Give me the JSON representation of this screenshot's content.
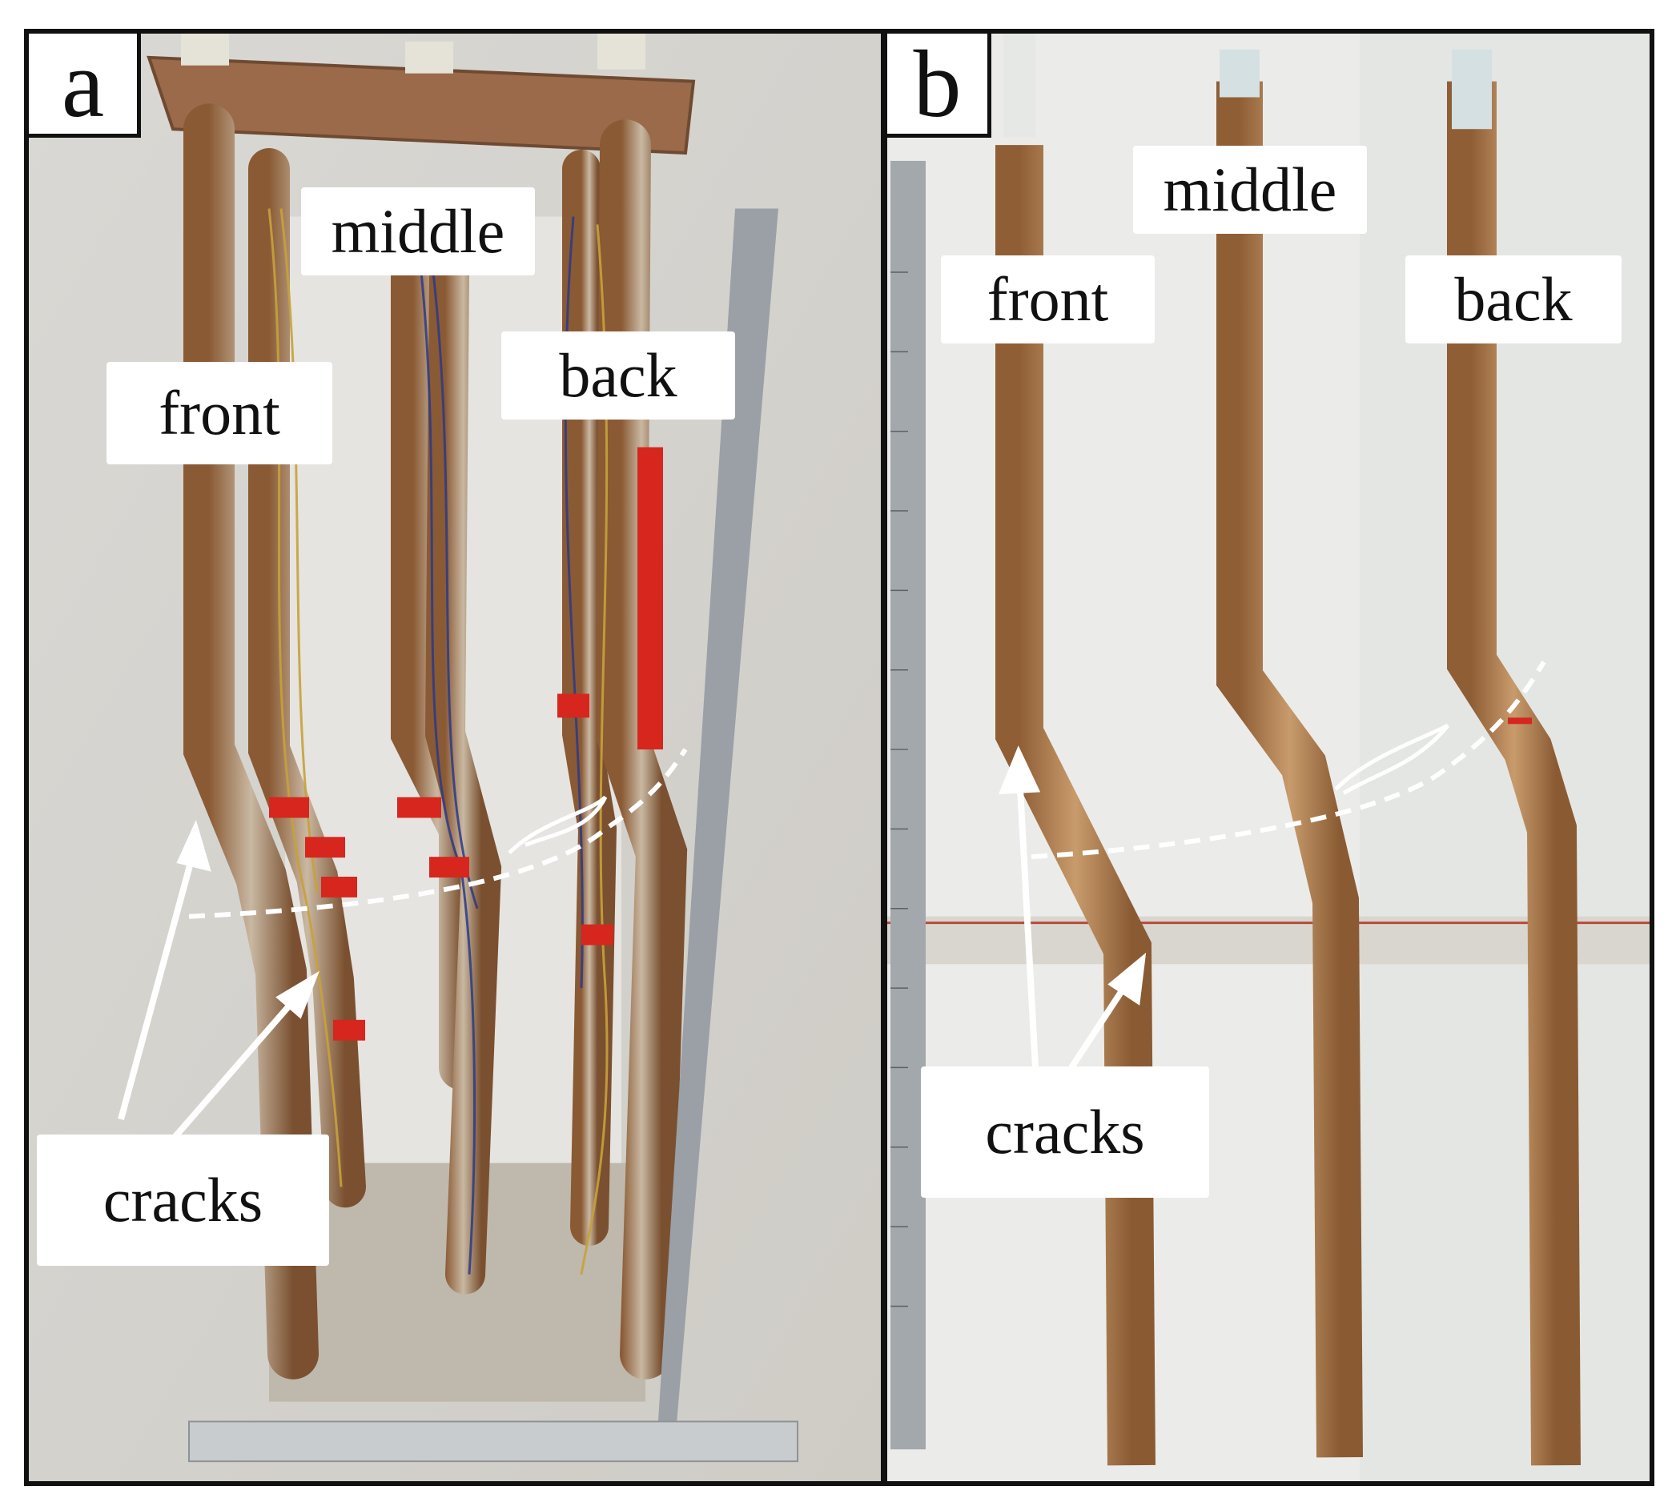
{
  "figure": {
    "panel_a": {
      "letter": "a",
      "labels": {
        "front": "front",
        "middle": "middle",
        "back": "back",
        "cracks": "cracks"
      }
    },
    "panel_b": {
      "letter": "b",
      "labels": {
        "front": "front",
        "middle": "middle",
        "back": "back",
        "cracks": "cracks"
      }
    }
  },
  "colors": {
    "pile_rust": "#a8713f",
    "pile_white": "#e3ddd2",
    "tape_red": "#d6261e",
    "wall_a": "#d8d6d1",
    "wall_b": "#e9eae7",
    "annotation": "#ffffff"
  }
}
